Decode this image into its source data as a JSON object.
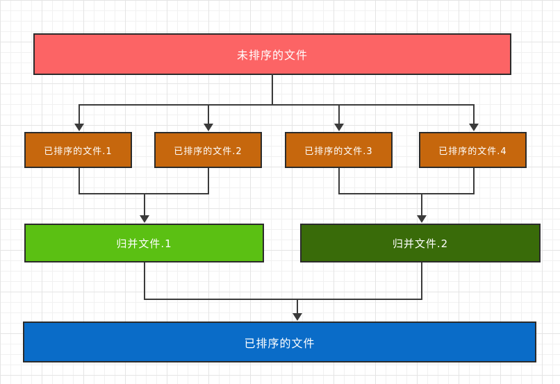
{
  "diagram": {
    "nodes": {
      "unsorted": {
        "label": "未排序的文件",
        "fill": "#fc6465"
      },
      "sorted_1": {
        "label": "已排序的文件.1",
        "fill": "#c6670d"
      },
      "sorted_2": {
        "label": "已排序的文件.2",
        "fill": "#c6670d"
      },
      "sorted_3": {
        "label": "已排序的文件.3",
        "fill": "#c6670d"
      },
      "sorted_4": {
        "label": "已排序的文件.4",
        "fill": "#c6670d"
      },
      "merge_1": {
        "label": "归并文件.1",
        "fill": "#5bc013"
      },
      "merge_2": {
        "label": "归并文件.2",
        "fill": "#396b09"
      },
      "final_sorted": {
        "label": "已排序的文件",
        "fill": "#0a6cc8"
      }
    },
    "edges": [
      {
        "from": "unsorted",
        "to": "sorted_1"
      },
      {
        "from": "unsorted",
        "to": "sorted_2"
      },
      {
        "from": "unsorted",
        "to": "sorted_3"
      },
      {
        "from": "unsorted",
        "to": "sorted_4"
      },
      {
        "from": "sorted_1",
        "to": "merge_1"
      },
      {
        "from": "sorted_2",
        "to": "merge_1"
      },
      {
        "from": "sorted_3",
        "to": "merge_2"
      },
      {
        "from": "sorted_4",
        "to": "merge_2"
      },
      {
        "from": "merge_1",
        "to": "final_sorted"
      },
      {
        "from": "merge_2",
        "to": "final_sorted"
      }
    ],
    "colors": {
      "connector": "#3a3a3a",
      "node_border": "#2b2b2b",
      "grid_minor": "#f1f1f1",
      "grid_major": "#e4e4e4"
    }
  }
}
